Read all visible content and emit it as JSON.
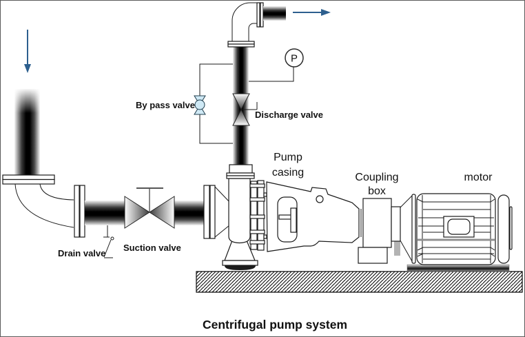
{
  "diagram": {
    "title": "Centrifugal pump system",
    "labels": {
      "bypass_valve": "By pass valve",
      "discharge_valve": "Discharge valve",
      "pump_casing": [
        "Pump",
        "casing"
      ],
      "coupling_box": [
        "Coupling",
        "box"
      ],
      "motor": "motor",
      "suction_valve": "Suction valve",
      "drain_valve": "Drain valve",
      "pressure_gauge": "P"
    },
    "colors": {
      "flow_arrow": "#2d5f8e",
      "bypass_valve_fill": "#cfe9f5",
      "outline": "#1a1a1a"
    }
  }
}
